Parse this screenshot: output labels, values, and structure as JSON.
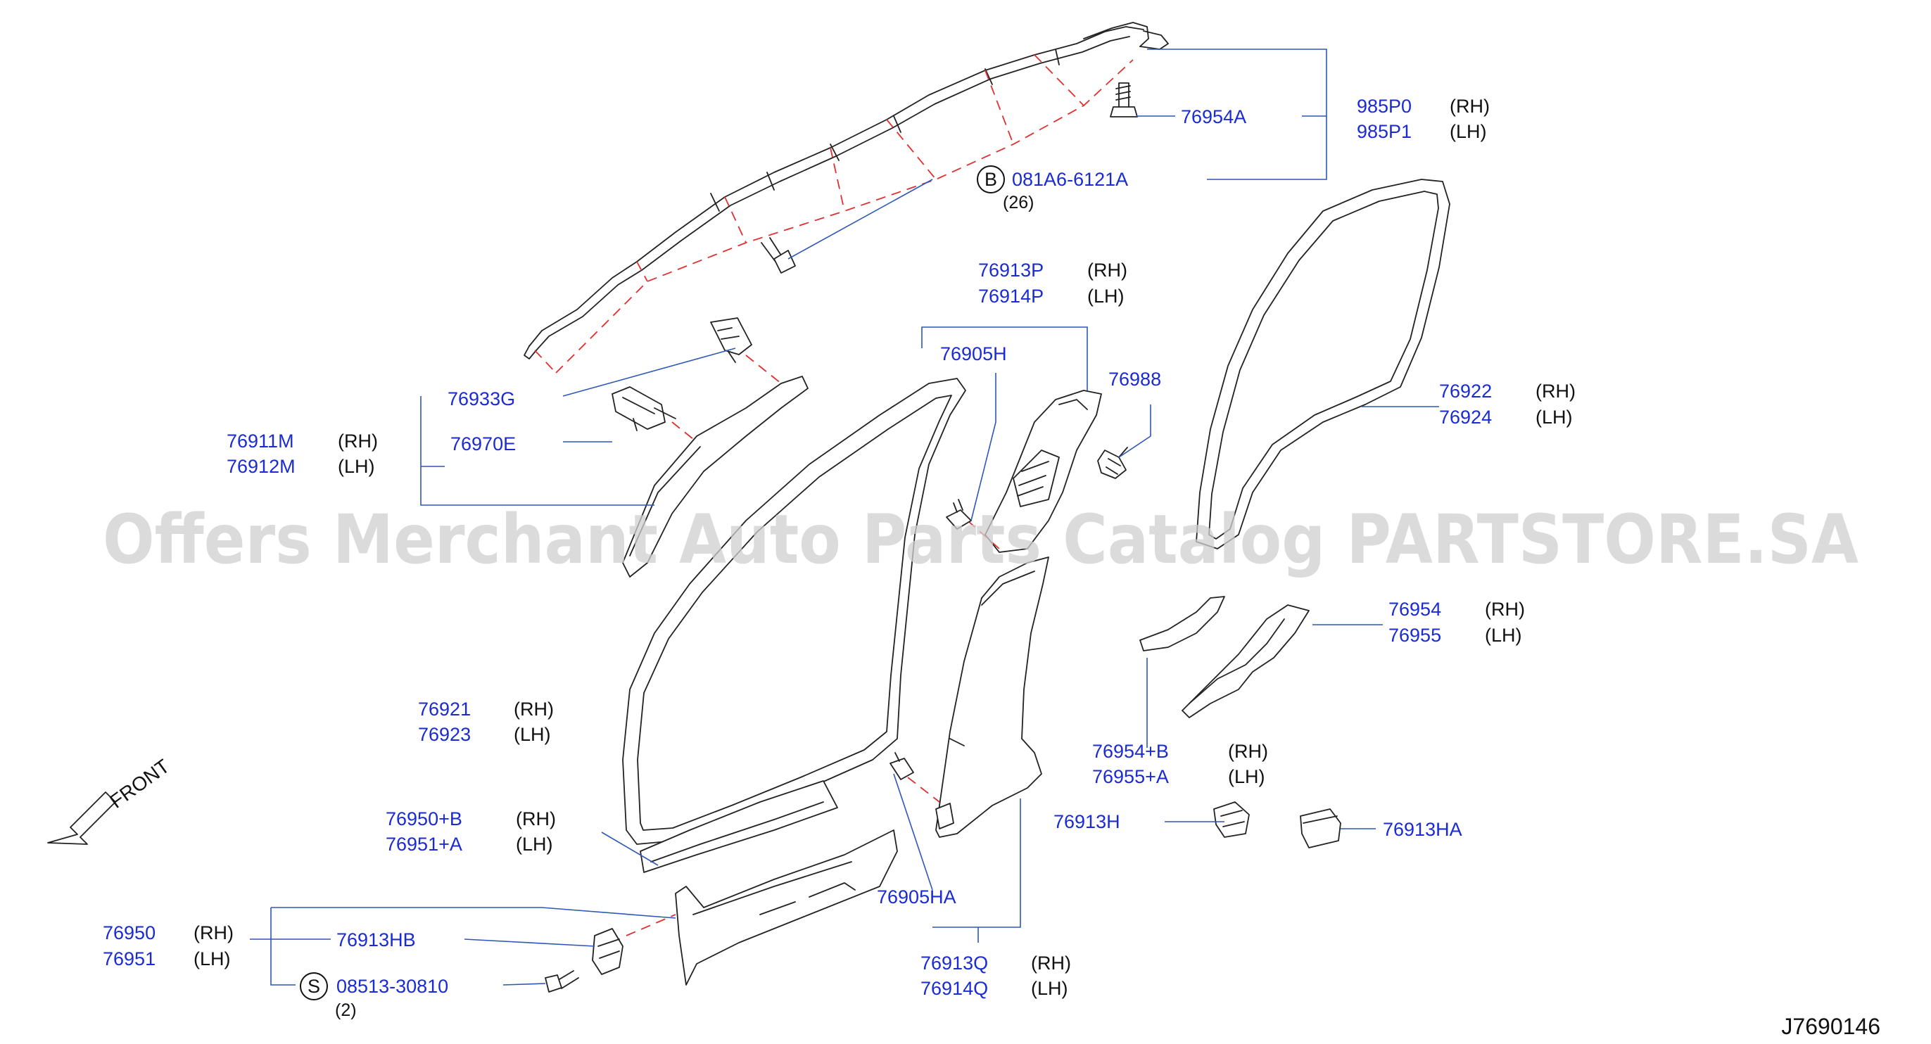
{
  "watermark": "Offers Merchant Auto Parts Catalog PARTSTORE.SA",
  "diagram_id": "J7690146",
  "front_label": "FRONT",
  "callouts": {
    "c985p0": {
      "rh": "985P0",
      "lh": "985P1",
      "rh_side": "(RH)",
      "lh_side": "(LH)"
    },
    "c76954a": {
      "part": "76954A"
    },
    "c081a6": {
      "marker": "B",
      "part": "081A6-6121A",
      "qty": "(26)"
    },
    "c76913p": {
      "rh": "76913P",
      "lh": "76914P",
      "rh_side": "(RH)",
      "lh_side": "(LH)"
    },
    "c76905h": {
      "part": "76905H"
    },
    "c76988": {
      "part": "76988"
    },
    "c76922": {
      "rh": "76922",
      "lh": "76924",
      "rh_side": "(RH)",
      "lh_side": "(LH)"
    },
    "c76933g": {
      "part": "76933G"
    },
    "c76911m": {
      "rh": "76911M",
      "lh": "76912M",
      "rh_side": "(RH)",
      "lh_side": "(LH)"
    },
    "c76970e": {
      "part": "76970E"
    },
    "c76954": {
      "rh": "76954",
      "lh": "76955",
      "rh_side": "(RH)",
      "lh_side": "(LH)"
    },
    "c76921": {
      "rh": "76921",
      "lh": "76923",
      "rh_side": "(RH)",
      "lh_side": "(LH)"
    },
    "c76954b": {
      "rh": "76954+B",
      "lh": "76955+A",
      "rh_side": "(RH)",
      "lh_side": "(LH)"
    },
    "c76913h": {
      "part": "76913H"
    },
    "c76913ha": {
      "part": "76913HA"
    },
    "c76950b": {
      "rh": "76950+B",
      "lh": "76951+A",
      "rh_side": "(RH)",
      "lh_side": "(LH)"
    },
    "c76905ha": {
      "part": "76905HA"
    },
    "c76950": {
      "rh": "76950",
      "lh": "76951",
      "rh_side": "(RH)",
      "lh_side": "(LH)"
    },
    "c76913hb": {
      "part": "76913HB"
    },
    "c08513": {
      "marker": "S",
      "part": "08513-30810",
      "qty": "(2)"
    },
    "c76913q": {
      "rh": "76913Q",
      "lh": "76914Q",
      "rh_side": "(RH)",
      "lh_side": "(LH)"
    }
  }
}
